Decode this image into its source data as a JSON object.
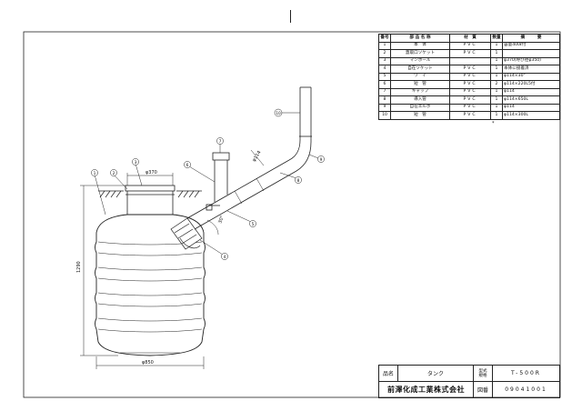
{
  "parts_table": {
    "headers": {
      "no": "番号",
      "name": "部 品 名 称",
      "material": "材　質",
      "qty": "数量",
      "remark": "摘　　　要"
    },
    "rows": [
      {
        "no": "1",
        "name": "本　体",
        "material": "PVC",
        "qty": "1",
        "remark": "容量400ℓ付"
      },
      {
        "no": "2",
        "name": "蓋取口ソケット",
        "material": "PVC",
        "qty": "1",
        "remark": ""
      },
      {
        "no": "3",
        "name": "マンホール",
        "material": "",
        "qty": "1",
        "remark": "φ370(呼び径φ350)"
      },
      {
        "no": "4",
        "name": "自在ソケット",
        "material": "PVC",
        "qty": "1",
        "remark": "本体に接着済"
      },
      {
        "no": "5",
        "name": "ワ　イ",
        "material": "PVC",
        "qty": "1",
        "remark": "φ114×30°"
      },
      {
        "no": "6",
        "name": "短　管",
        "material": "PVC",
        "qty": "2",
        "remark": "φ114×220L5付"
      },
      {
        "no": "7",
        "name": "キャップ",
        "material": "PVC",
        "qty": "1",
        "remark": "φ114"
      },
      {
        "no": "8",
        "name": "導入管",
        "material": "PVC",
        "qty": "1",
        "remark": "φ114×650L"
      },
      {
        "no": "9",
        "name": "自在エルボ",
        "material": "PVC",
        "qty": "1",
        "remark": "φ114"
      },
      {
        "no": "10",
        "name": "短　管",
        "material": "PVC",
        "qty": "1",
        "remark": "φ114×300L"
      }
    ]
  },
  "title_block": {
    "product_label": "品名",
    "product_value": "タンク",
    "model_label": "型式",
    "model_label2": "規格",
    "model_value": "T-500R",
    "company": "前澤化成工業株式会社",
    "drawing_no_label": "図番",
    "drawing_no_value": "09041001"
  },
  "dimensions": {
    "manhole_diameter": "φ370",
    "pipe_diameter": "φ114",
    "height": "1290",
    "tank_diameter": "φ850",
    "angle": "30°"
  },
  "balloons": {
    "b1": "1",
    "b2": "2",
    "b3": "3",
    "b4": "4",
    "b5": "5",
    "b6": "6",
    "b7": "7",
    "b8": "8",
    "b9": "9",
    "b10": "10"
  },
  "table_footnote": "*"
}
